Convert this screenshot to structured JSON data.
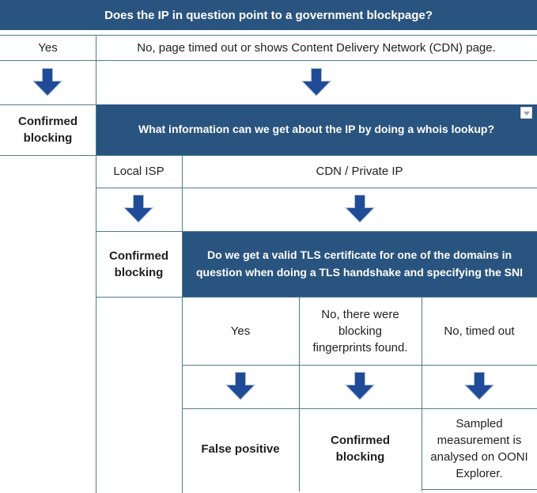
{
  "colors": {
    "header_bg": "#2a5480",
    "header_text": "#ffffff",
    "arrow_fill": "#1f4b97",
    "arrow_edge": "#aebfda",
    "border": "#4d7b8b",
    "text": "#1f1f1f"
  },
  "icons": {
    "down_arrow": "down-arrow",
    "dropdown_marker": "dropdown-arrow"
  },
  "flowchart": {
    "q1": "Does the IP in question point to a government blockpage?",
    "q1_answer_yes": "Yes",
    "q1_answer_no": "No, page timed out or shows Content Delivery Network (CDN) page.",
    "outcome_confirmed_1": "Confirmed blocking",
    "q2": "What information can we get about the IP by doing a whois lookup?",
    "q2_answer_local_isp": "Local ISP",
    "q2_answer_cdn": "CDN / Private IP",
    "outcome_confirmed_2": "Confirmed blocking",
    "q3": "Do we get a valid TLS certificate for one of the domains in question when doing a TLS handshake and specifying the SNI",
    "q3_answer_yes": "Yes",
    "q3_answer_fingerprints": "No, there were blocking fingerprints found.",
    "q3_answer_timeout": "No, timed out",
    "outcome_false_positive": "False positive",
    "outcome_confirmed_3": "Confirmed blocking",
    "outcome_sampled": "Sampled measurement is analysed on OONI Explorer."
  }
}
